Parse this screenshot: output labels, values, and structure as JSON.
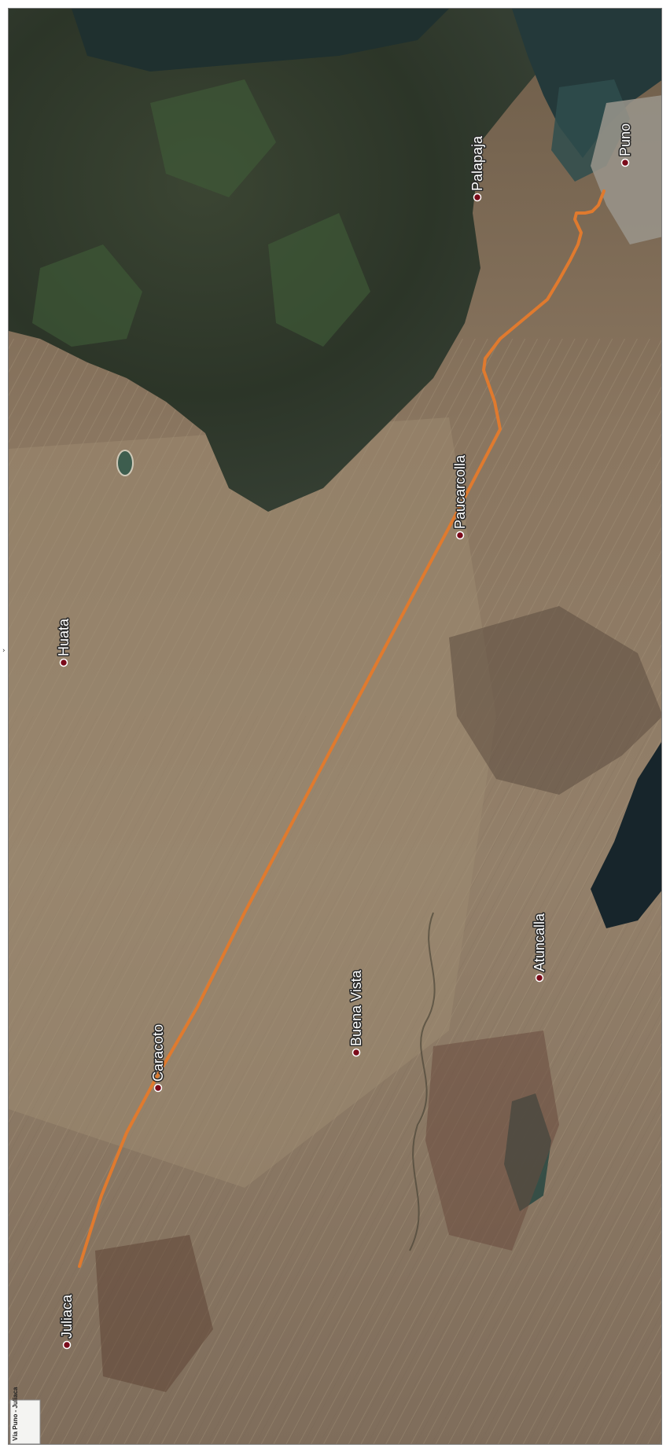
{
  "map": {
    "route_color": "#e07a2e",
    "marker_color": "#7a0a1a",
    "places": [
      {
        "id": "puno",
        "label": "Puno"
      },
      {
        "id": "palapaja",
        "label": "Palapaja"
      },
      {
        "id": "paucarcolla",
        "label": "Paucarcolla"
      },
      {
        "id": "huata",
        "label": "Huata"
      },
      {
        "id": "buena-vista",
        "label": "Buena Vista"
      },
      {
        "id": "atuncalla",
        "label": "Atuncalla"
      },
      {
        "id": "caracoto",
        "label": "Caracoto"
      },
      {
        "id": "juliaca",
        "label": "Juliaca"
      }
    ]
  },
  "legend": {
    "title": "Vía Puno - Juliaca",
    "line1": "",
    "line2": ""
  }
}
